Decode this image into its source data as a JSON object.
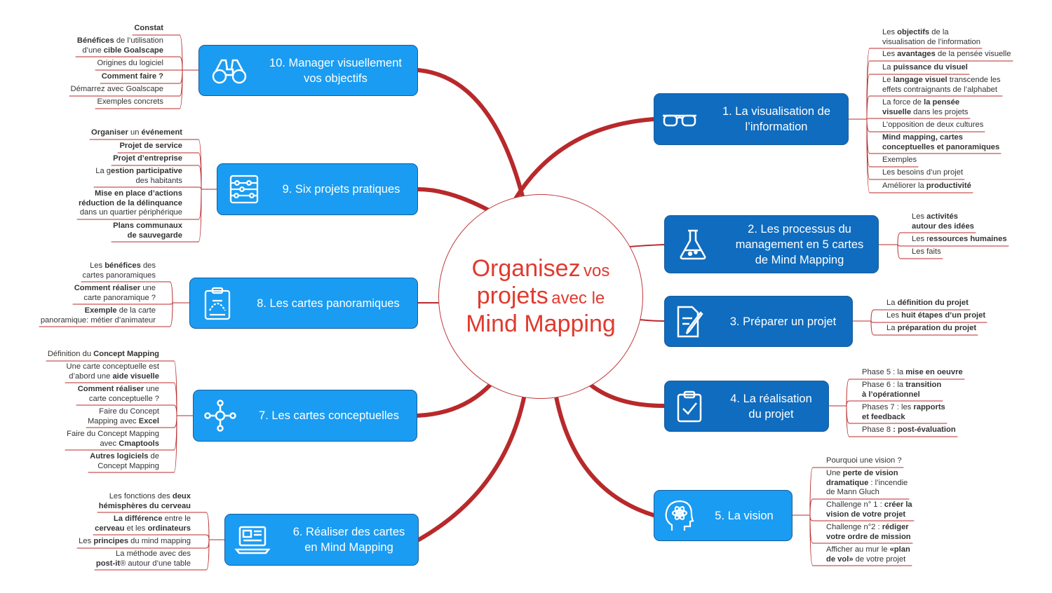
{
  "center": {
    "line1_big": "Organisez",
    "line1_small": "vos",
    "line2_big": "projets",
    "line2_small": "avec le",
    "line3": "Mind Mapping"
  },
  "topics": [
    {
      "label1": "1. La visualisation de",
      "label2": "l’information",
      "icon": "glasses-icon"
    },
    {
      "label1": "2. Les processus du",
      "label2": "management en 5 cartes",
      "label3": "de Mind Mapping",
      "icon": "flask-icon"
    },
    {
      "label1": "3. Préparer un projet",
      "icon": "document-pen-icon"
    },
    {
      "label1": "4. La réalisation",
      "label2": "du projet",
      "icon": "clipboard-check-icon"
    },
    {
      "label1": "5. La vision",
      "icon": "head-atom-icon"
    },
    {
      "label1": "6. Réaliser des cartes",
      "label2": "en Mind Mapping",
      "icon": "laptop-icon"
    },
    {
      "label1": "7. Les cartes conceptuelles",
      "icon": "network-icon"
    },
    {
      "label1": "8. Les cartes panoramiques",
      "icon": "clipboard-chart-icon"
    },
    {
      "label1": "9. Six projets pratiques",
      "icon": "abacus-icon"
    },
    {
      "label1": "10. Manager visuellement",
      "label2": "vos objectifs",
      "icon": "binoculars-icon"
    }
  ],
  "subtopics": {
    "t1": [
      [
        "Les <b>objectifs</b> de la",
        "visualisation de l’information"
      ],
      [
        "Les <b>avantages</b> de la pensée visuelle"
      ],
      [
        "La <b>puissance du visuel</b>"
      ],
      [
        "Le <b>langage visuel</b> transcende les",
        "effets contraignants de l’alphabet"
      ],
      [
        "La force de <b>la pensée</b>",
        "<b>visuelle</b> dans les projets"
      ],
      [
        "L’opposition de deux cultures"
      ],
      [
        "<b>Mind mapping, cartes</b>",
        "<b>conceptuelles et panoramiques</b>"
      ],
      [
        "Exemples"
      ],
      [
        "Les besoins d’un projet"
      ],
      [
        "Améliorer la <b>productivité</b>"
      ]
    ],
    "t2": [
      [
        "Les <b>activités</b>",
        "<b>autour des idées</b>"
      ],
      [
        "Les r<b>essources humaines</b>"
      ],
      [
        "Les faits"
      ]
    ],
    "t3": [
      [
        "La <b>définition du projet</b>"
      ],
      [
        "Les <b>huit étapes d’un projet</b>"
      ],
      [
        "La <b>préparation du projet</b>"
      ]
    ],
    "t4": [
      [
        "Phase 5 : la <b>mise en oeuvre</b>"
      ],
      [
        "Phase 6 : la <b>transition</b>",
        "<b>à l’opérationnel</b>"
      ],
      [
        "Phases 7 : les <b>rapports</b>",
        "<b>et feedback</b>"
      ],
      [
        "Phase 8 <b>: post-évaluation</b>"
      ]
    ],
    "t5": [
      [
        "Pourquoi une vision ?"
      ],
      [
        "Une <b>perte de vision</b>",
        "<b>dramatique</b> : l’incendie",
        "de Mann Gluch"
      ],
      [
        "Challenge n° 1 : <b>créer la</b>",
        "<b>vision de votre projet</b>"
      ],
      [
        "Challenge n°2 : <b>rédiger</b>",
        "<b>votre ordre de mission</b>"
      ],
      [
        "Afficher au mur le <b>«plan</b>",
        "<b>de vol»</b> de votre projet"
      ]
    ],
    "t6": [
      [
        "Les fonctions des <b>deux</b>",
        "<b>hémisphères du cerveau</b>"
      ],
      [
        "<b>La différence</b> entre le",
        "<b>cerveau</b> et les <b>ordinateurs</b>"
      ],
      [
        "Les <b>principes</b> du mind mapping"
      ],
      [
        "La méthode avec des",
        "<b>post-it</b>® autour d’une table"
      ]
    ],
    "t7": [
      [
        "Définition du <b>Concept Mapping</b>"
      ],
      [
        "Une carte conceptuelle est",
        "d’abord une <b>aide visuelle</b>"
      ],
      [
        "<b>Comment réaliser</b> une",
        "carte conceptuelle ?"
      ],
      [
        "Faire du Concept",
        "Mapping avec <b>Excel</b>"
      ],
      [
        "Faire du Concept Mapping",
        "avec <b>Cmaptools</b>"
      ],
      [
        "<b>Autres logiciels</b> de",
        "Concept Mapping"
      ]
    ],
    "t8": [
      [
        "Les <b>bénéfices</b> des",
        "cartes panoramiques"
      ],
      [
        "<b>Comment réaliser</b> une",
        "carte panoramique ?"
      ],
      [
        "<b>Exemple</b> de la carte",
        "panoramique: métier d’animateur"
      ]
    ],
    "t9": [
      [
        "<b>Organiser</b> un <b>événement</b>"
      ],
      [
        "<b>Projet de service</b>"
      ],
      [
        "<b>Projet d’entreprise</b>"
      ],
      [
        "La g<b>estion participative</b>",
        "des habitants"
      ],
      [
        "<b>Mise en place d’actions</b>",
        "<b>réduction de la délinquance</b>",
        "dans un quartier périphérique"
      ],
      [
        "<b>Plans communaux</b>",
        "<b>de sauvegarde</b>"
      ]
    ],
    "t10": [
      [
        "<b>Constat</b>"
      ],
      [
        "<b>Bénéfices</b> de l’utilisation",
        "d’une <b>cible Goalscape</b>"
      ],
      [
        "Origines du logiciel"
      ],
      [
        "<b>Comment faire ?</b>"
      ],
      [
        "Démarrez avec Goalscape"
      ],
      [
        "Exemples concrets"
      ]
    ]
  },
  "colors": {
    "branch": "#b8292b",
    "center_text": "#e03a2f",
    "topic_light": "#1a9cf2",
    "topic_dark": "#0f6cbf",
    "underline": "#b8292b"
  }
}
